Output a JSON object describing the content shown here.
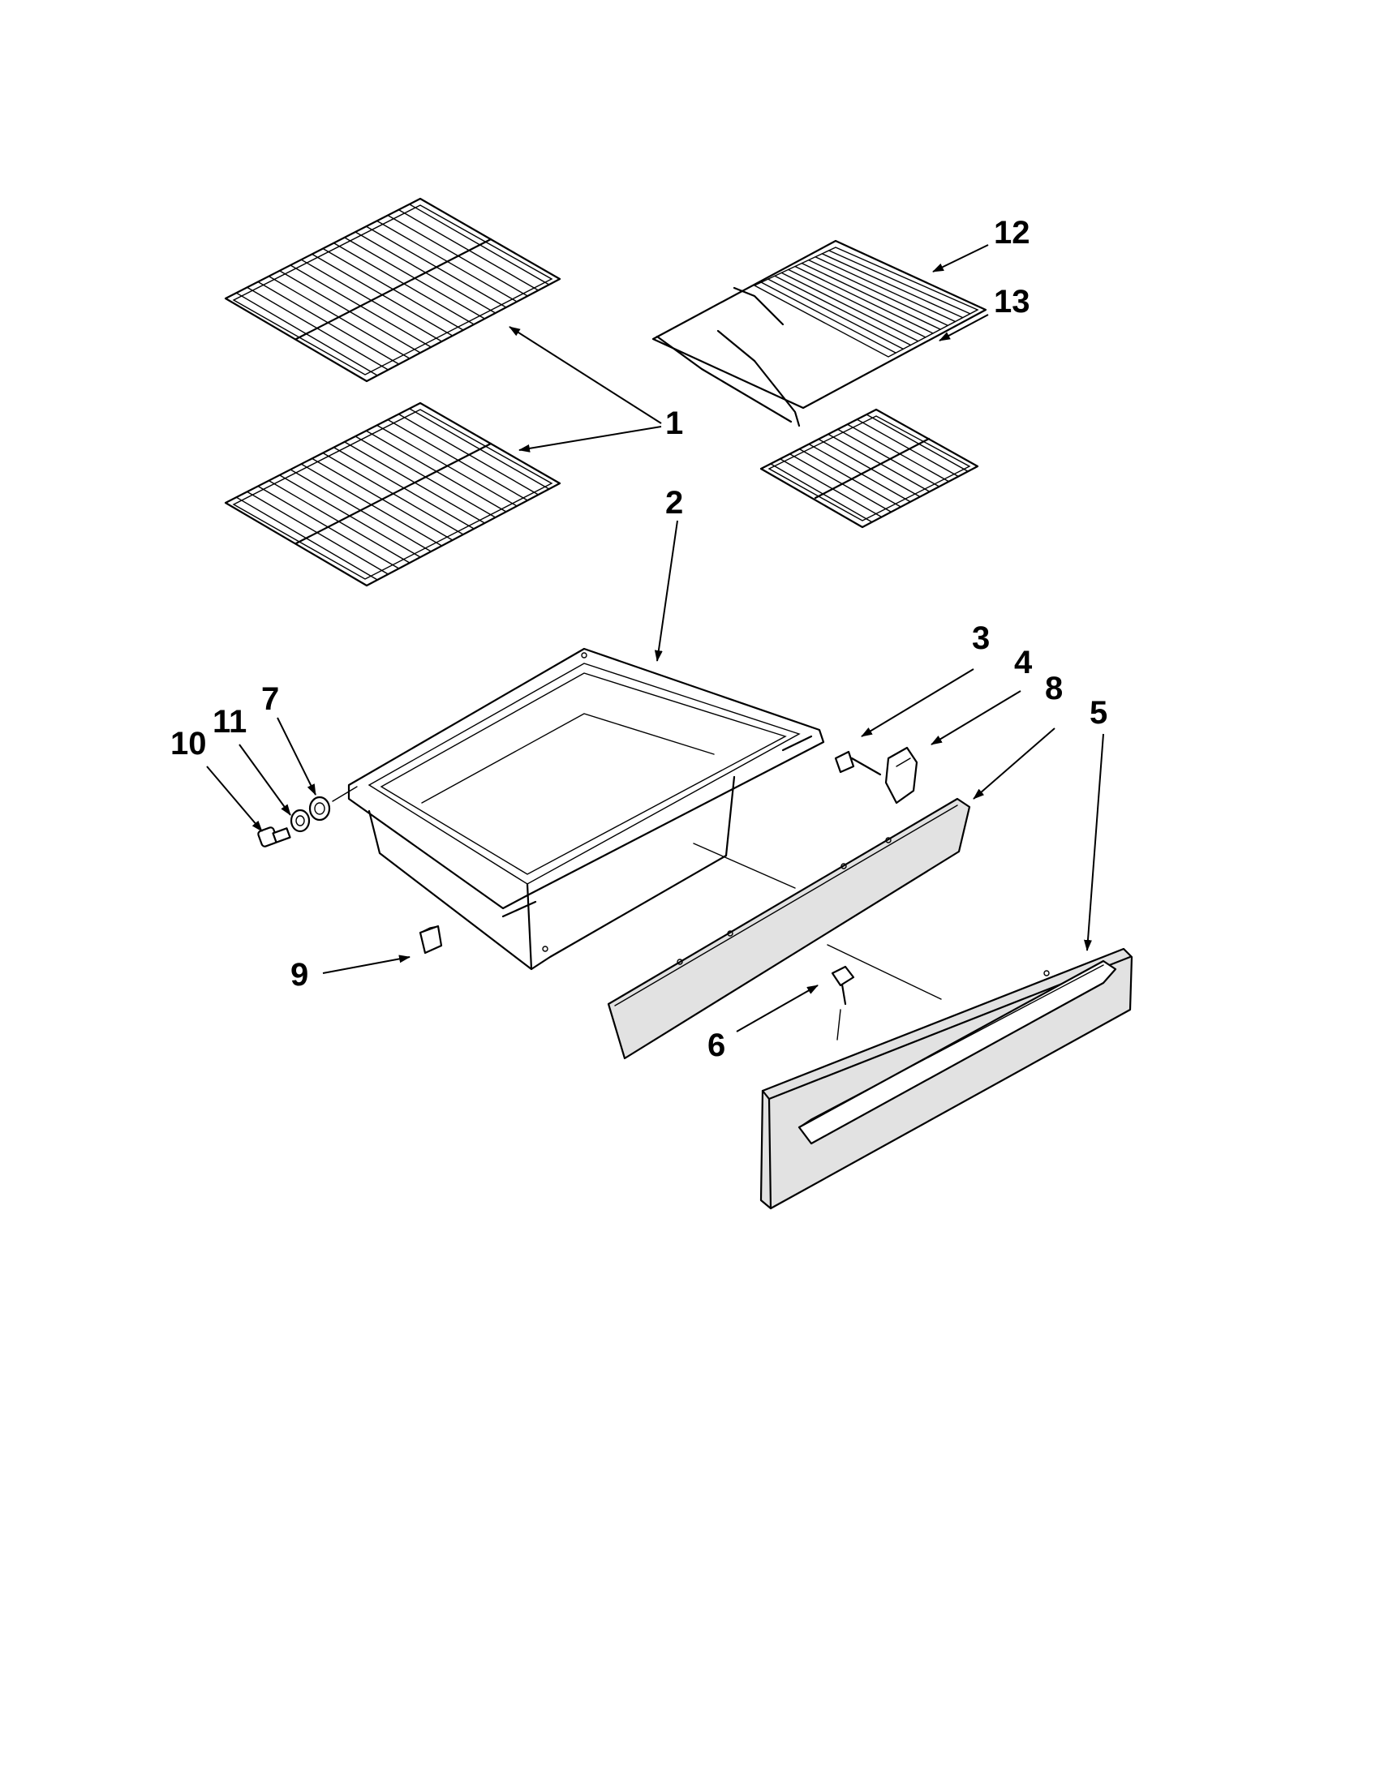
{
  "diagram": {
    "callouts": [
      {
        "id": "c1",
        "label": "1"
      },
      {
        "id": "c2",
        "label": "2"
      },
      {
        "id": "c3",
        "label": "3"
      },
      {
        "id": "c4",
        "label": "4"
      },
      {
        "id": "c5",
        "label": "5"
      },
      {
        "id": "c6",
        "label": "6"
      },
      {
        "id": "c7",
        "label": "7"
      },
      {
        "id": "c8",
        "label": "8"
      },
      {
        "id": "c9",
        "label": "9"
      },
      {
        "id": "c10",
        "label": "10"
      },
      {
        "id": "c11",
        "label": "11"
      },
      {
        "id": "c12",
        "label": "12"
      },
      {
        "id": "c13",
        "label": "13"
      }
    ],
    "colors": {
      "line": "#000000",
      "background": "#ffffff",
      "panel_fill": "#e2e2e2"
    }
  }
}
